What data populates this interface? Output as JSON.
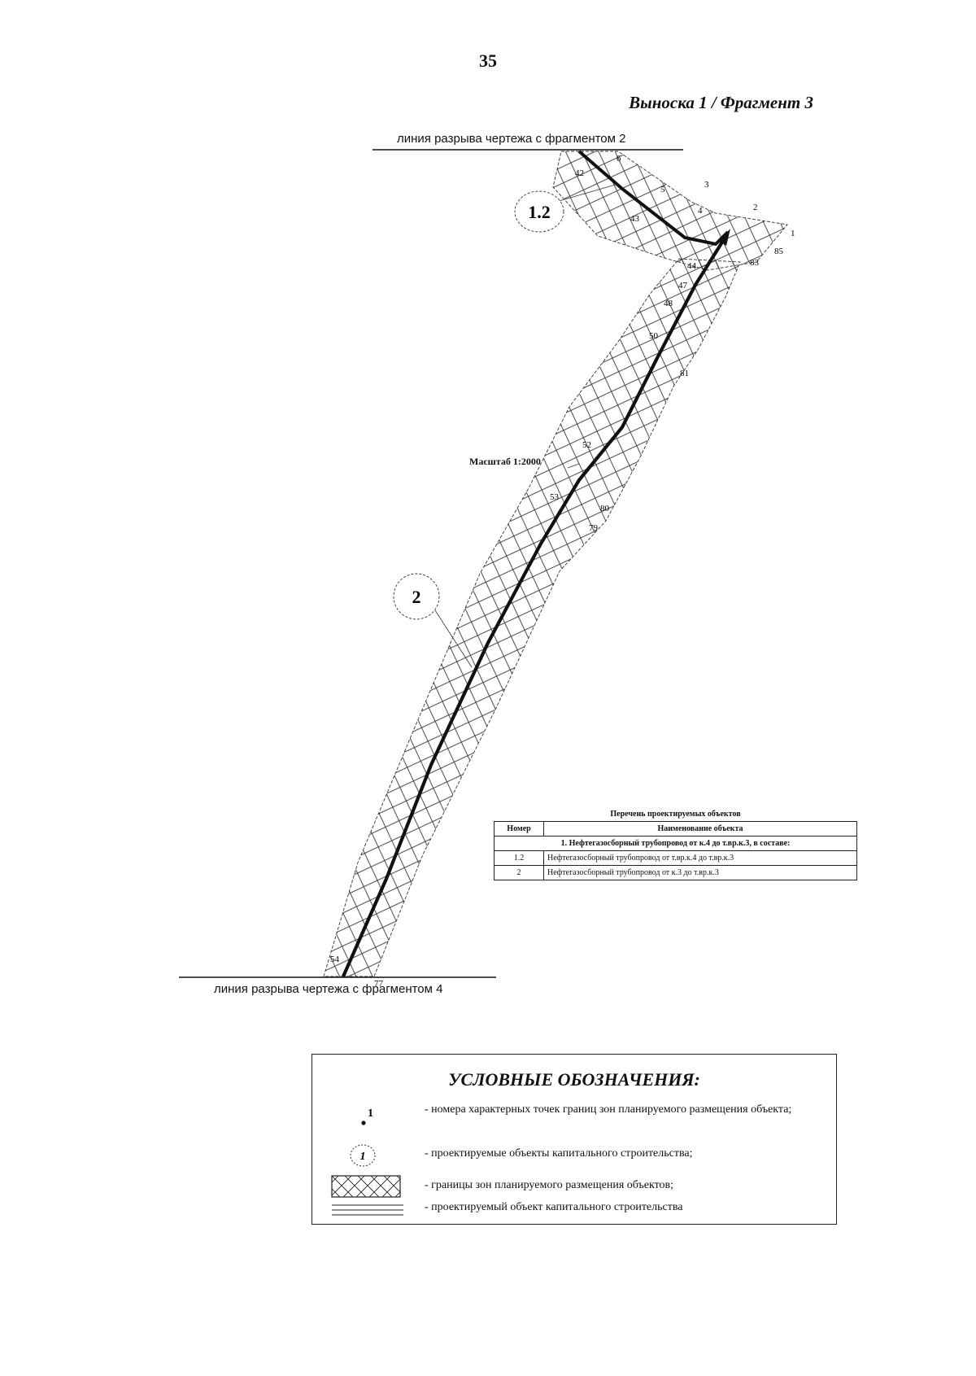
{
  "page_number": "35",
  "callout_title": "Выноска 1 / Фрагмент 3",
  "break_top": "линия разрыва чертежа с фрагментом 2",
  "break_bottom": "линия разрыва чертежа с фрагментом 4",
  "scale": "Масштаб 1:2000",
  "object_labels": {
    "obj_1_2": "1.2",
    "obj_2": "2"
  },
  "points": {
    "p1": "1",
    "p2": "2",
    "p3": "3",
    "p4": "4",
    "p5": "5",
    "p6": "6",
    "p42": "42",
    "p43": "43",
    "p44": "44",
    "p47": "47",
    "p48": "48",
    "p50": "50",
    "p52": "52",
    "p53": "53",
    "p54": "54",
    "p77": "77",
    "p79": "79",
    "p80": "80",
    "p81": "81",
    "p83": "83",
    "p85": "85"
  },
  "objects_table": {
    "caption": "Перечень проектируемых объектов",
    "col_number": "Номер",
    "col_name": "Наименование объекта",
    "group": "1. Нефтегазосборный трубопровод от к.4 до т.вр.к.3, в составе:",
    "rows": [
      {
        "number": "1.2",
        "name": "Нефтегазосборный трубопровод от т.вр.к.4 до т.вр.к.3"
      },
      {
        "number": "2",
        "name": "Нефтегазосборный трубопровод от к.3 до т.вр.к.3"
      }
    ]
  },
  "legend": {
    "title": "УСЛОВНЫЕ ОБОЗНАЧЕНИЯ:",
    "point_symbol": "1",
    "object_symbol": "1",
    "items": [
      "- номера характерных точек границ зон планируемого размещения объекта;",
      "- проектируемые объекты капитального строительства;",
      "- границы зон планируемого размещения объектов;",
      "- проектируемый объект капитального строительства"
    ]
  },
  "colors": {
    "ink": "#111111",
    "hatch": "#333333"
  }
}
